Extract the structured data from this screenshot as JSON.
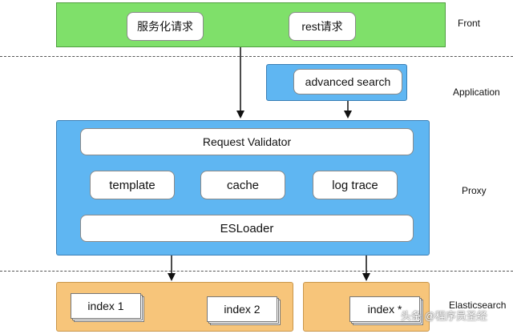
{
  "layers": {
    "front": "Front",
    "application": "Application",
    "proxy": "Proxy",
    "elasticsearch": "Elasticsearch"
  },
  "front": {
    "service_request": "服务化请求",
    "rest_request": "rest请求"
  },
  "application": {
    "advanced_search": "advanced search"
  },
  "proxy": {
    "request_validator": "Request Validator",
    "template": "template",
    "cache": "cache",
    "log_trace": "log trace",
    "esloader": "ESLoader"
  },
  "elasticsearch": {
    "index_1": "index 1",
    "index_2": "index 2",
    "index_star": "index *"
  },
  "watermark": "头条 @程序员圣经",
  "colors": {
    "front_fill": "#7fe06a",
    "proxy_fill": "#5fb6f2",
    "es_fill": "#f7c57a"
  }
}
